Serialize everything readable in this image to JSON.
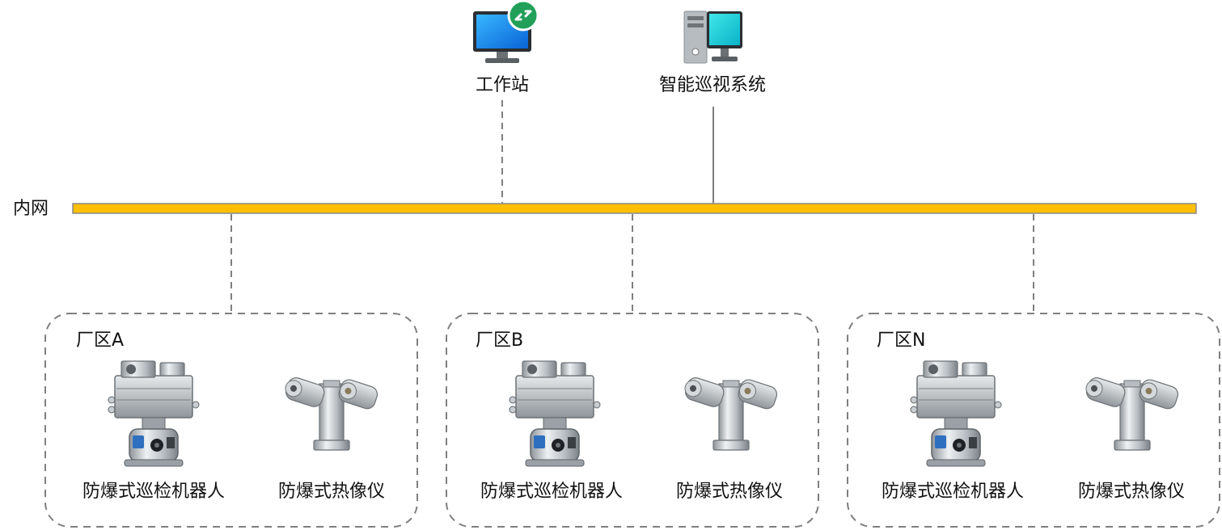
{
  "top_nodes": [
    {
      "label": "工作站",
      "icon": "workstation-monitor-icon"
    },
    {
      "label": "智能巡视系统",
      "icon": "server-computer-icon"
    }
  ],
  "network": {
    "label": "内网",
    "bar_color": "#FFBF00",
    "line_color": "#7f7f7f"
  },
  "zones": [
    {
      "title": "厂区A",
      "devices": [
        "防爆式巡检机器人",
        "防爆式热像仪"
      ]
    },
    {
      "title": "厂区B",
      "devices": [
        "防爆式巡检机器人",
        "防爆式热像仪"
      ]
    },
    {
      "title": "厂区N",
      "devices": [
        "防爆式巡检机器人",
        "防爆式热像仪"
      ]
    }
  ],
  "device_icons": [
    "explosion-proof-patrol-robot-icon",
    "explosion-proof-thermal-camera-icon"
  ]
}
